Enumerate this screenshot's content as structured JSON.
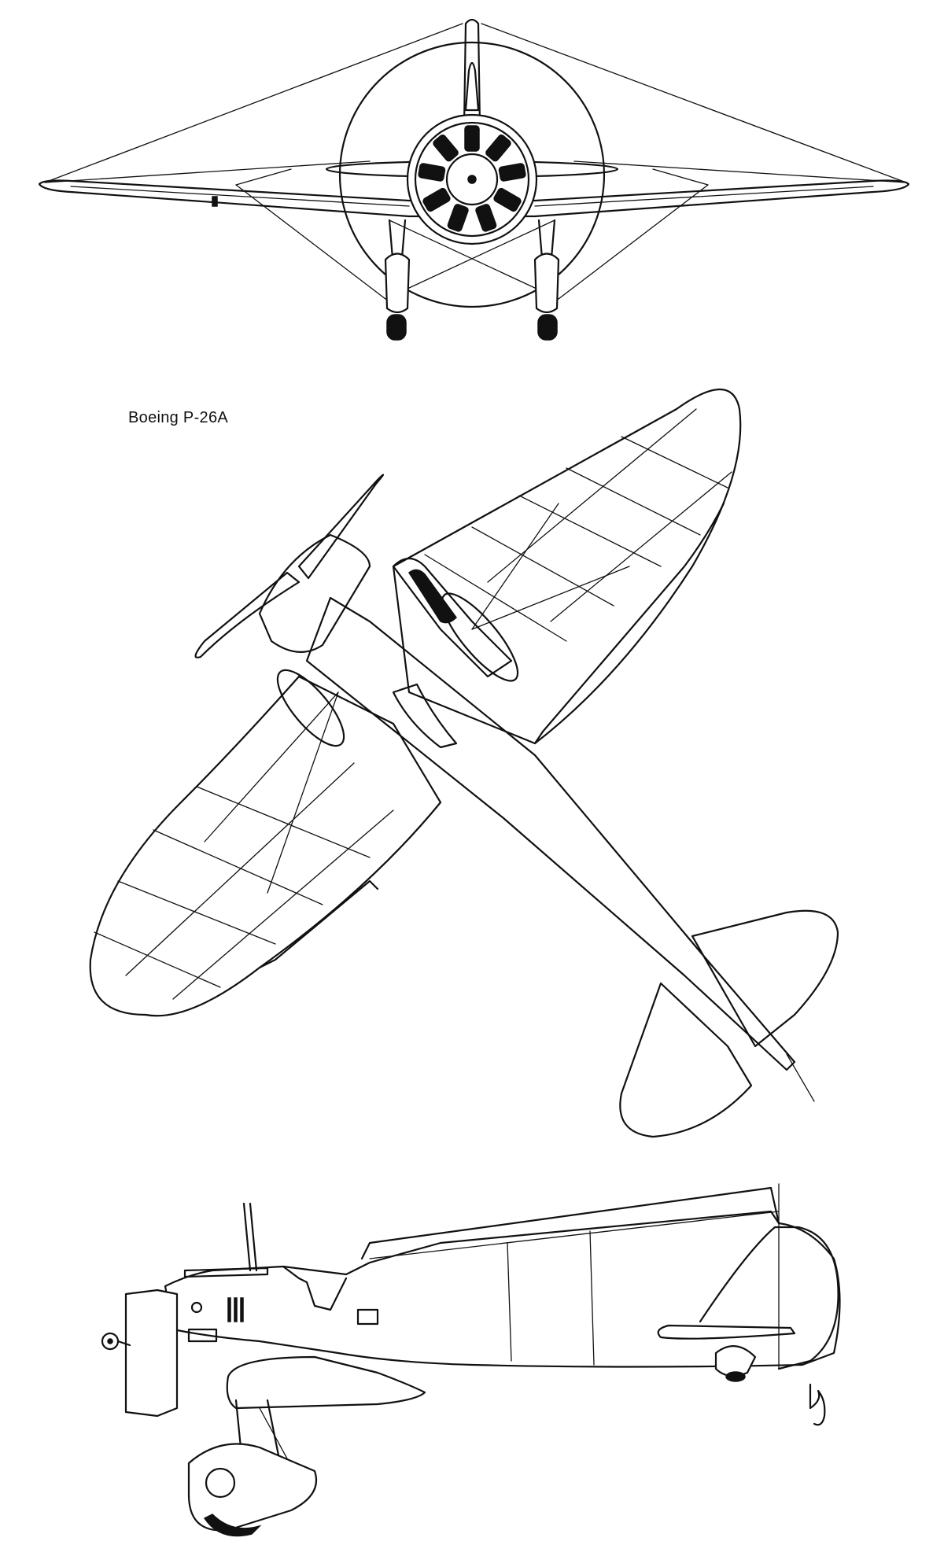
{
  "caption": "Boeing P-26A",
  "colors": {
    "ink": "#111111",
    "paper": "#ffffff"
  },
  "views": [
    {
      "name": "front-view"
    },
    {
      "name": "plan-view"
    },
    {
      "name": "side-view"
    }
  ]
}
